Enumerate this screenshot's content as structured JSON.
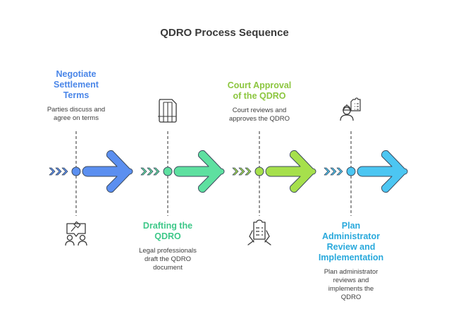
{
  "title": "QDRO Process Sequence",
  "steps": [
    {
      "title": "Negotiate Settlement Terms",
      "title_lines": [
        "Negotiate",
        "Settlement",
        "Terms"
      ],
      "description_lines": [
        "Parties discuss and",
        "agree on terms"
      ],
      "label_position": "top",
      "icon": "negotiation-gavel-icon",
      "color": "#5b8ff0",
      "color_dark": "#3f6fd0",
      "title_color": "#4a86e8"
    },
    {
      "title": "Drafting the QDRO",
      "title_lines": [
        "Drafting the",
        "QDRO"
      ],
      "description_lines": [
        "Legal professionals",
        "draft the QDRO",
        "document"
      ],
      "label_position": "bottom",
      "icon": "document-layout-icon",
      "color": "#5ee0a0",
      "color_dark": "#3fbf80",
      "title_color": "#3ec889"
    },
    {
      "title": "Court Approval of the QDRO",
      "title_lines": [
        "Court Approval",
        "of the QDRO"
      ],
      "description_lines": [
        "Court reviews and",
        "approves the QDRO"
      ],
      "label_position": "top",
      "icon": "hands-holding-document-icon",
      "color": "#a6e04c",
      "color_dark": "#86bf33",
      "title_color": "#8cc63f"
    },
    {
      "title": "Plan Administrator Review and Implementation",
      "title_lines": [
        "Plan",
        "Administrator",
        "Review and",
        "Implementation"
      ],
      "description_lines": [
        "Plan administrator",
        "reviews and",
        "implements the",
        "QDRO"
      ],
      "label_position": "bottom",
      "icon": "worker-clipboard-icon",
      "color": "#4cc6f2",
      "color_dark": "#2ea6d6",
      "title_color": "#29a9dc"
    }
  ],
  "line_color": "#6b6b6b",
  "outline_color": "#3c4a5c"
}
